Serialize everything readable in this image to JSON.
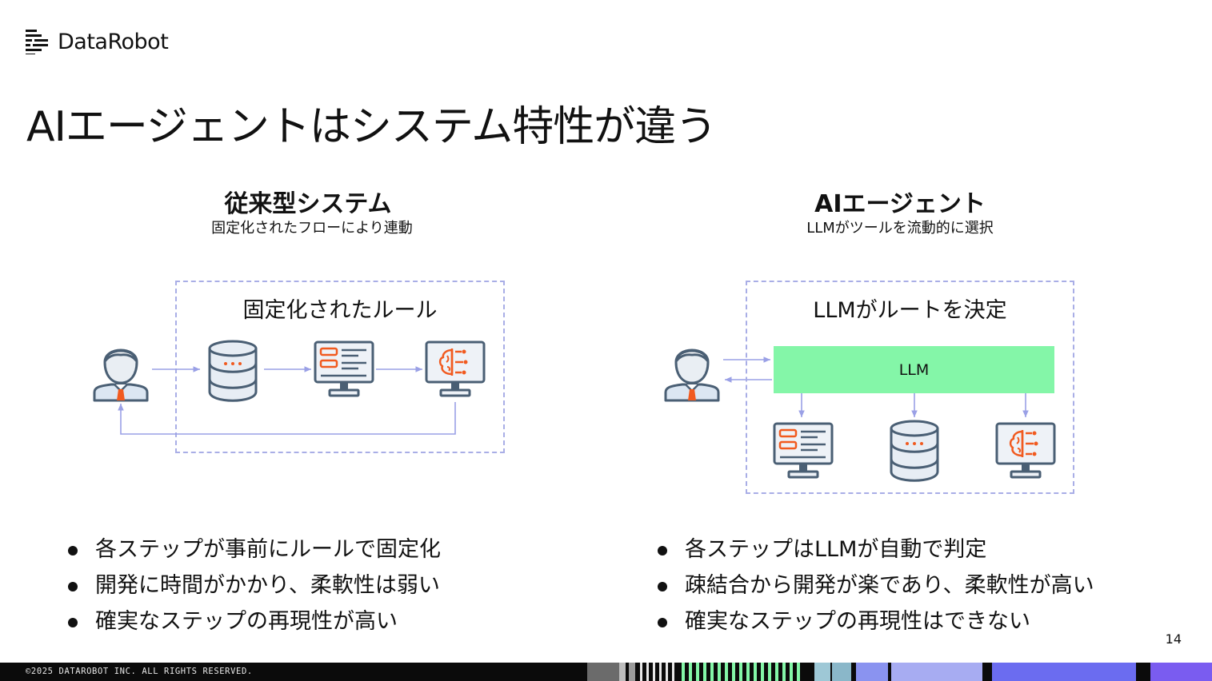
{
  "brand": {
    "name": "DataRobot"
  },
  "slide": {
    "title": "AIエージェントはシステム特性が違う",
    "page_number": "14"
  },
  "left": {
    "heading": "従来型システム",
    "subheading": "固定化されたフローにより連動",
    "box_label": "固定化されたルール",
    "bullets": [
      "各ステップが事前にルールで固定化",
      "開発に時間がかかり、柔軟性は弱い",
      "確実なステップの再現性が高い"
    ]
  },
  "right": {
    "heading": "AIエージェント",
    "subheading": "LLMがツールを流動的に選択",
    "box_label": "LLMがルートを決定",
    "llm_label": "LLM",
    "bullets": [
      "各ステップはLLMが自動で判定",
      "疎結合から開発が楽であり、柔軟性が高い",
      "確実なステップの再現性はできない"
    ]
  },
  "footer": {
    "copyright": "©2025 DATAROBOT INC. ALL RIGHTS RESERVED."
  },
  "icons": [
    "datarobot-logo-icon",
    "user-icon",
    "database-icon",
    "dashboard-monitor-icon",
    "ai-brain-monitor-icon"
  ],
  "colors": {
    "accent_orange": "#f15a1f",
    "icon_stroke": "#4a5f74",
    "arrow": "#9aa0e6",
    "llm_bar": "#84f6a8",
    "footer_bg": "#0b0b0b"
  }
}
